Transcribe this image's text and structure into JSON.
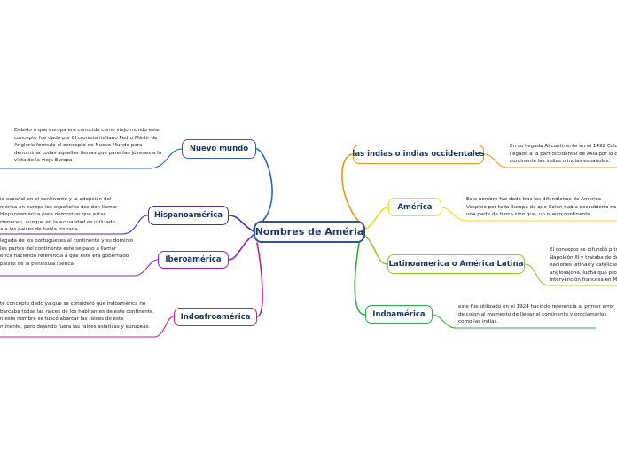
{
  "central": {
    "label": "Nombres de Améria"
  },
  "left_topics": [
    {
      "label": "Nuevo mundo",
      "color": "#2e5bd8",
      "note": [
        "Debido a que europa  era conocido como viejo mundo este",
        "concepto fue dado por  El cronista italiano Pedro Mártir de",
        "Anglería formuló el concepto de Nuevo Mundo para",
        "denominar todas aquellas tierras que parecían jóvenes a la",
        "vista de la vieja Europa"
      ]
    },
    {
      "label": "Hispanoamérica",
      "color": "#4b2bb8",
      "note": [
        "io español en el continente y la adopción del",
        "mérica en europa los españoles deciden llamar",
        "Hispanoamérica para demostrar que estas",
        "rtenecen, aunque en la actualidad es utilizado",
        "a a los paises de habla hispana"
      ]
    },
    {
      "label": "Iberoamérica",
      "color": "#a21ec8",
      "note": [
        "legada de los portugueses al continente y su dominio",
        "les partes del continente este se paso  a llamar",
        "érica haciendo referencia a que este era gobernado",
        "países de la peninsula iberica"
      ]
    },
    {
      "label": "Indoafroamérica",
      "color": "#c91c8c",
      "note": [
        "te concepto dado ya que se consideró que indoamérica no",
        "barcaba todas las raices de los habitantes de este continente.",
        "n este nombre se tusco abarcar las raices de este",
        "ntinente, pero dejando fuera las raices asiaticas y europeas."
      ]
    }
  ],
  "right_topics": [
    {
      "label": "las indias o indias occidentales",
      "color": "#f29415",
      "note": [
        "En su llegada Al continente en el 1492 Colon",
        "llegado a la part occidental de Asia por lo cu",
        "continente las indias o indias españolas."
      ]
    },
    {
      "label": "América",
      "color": "#f2d91a",
      "note": [
        "Este nombre fue dado tras las difundiones de Americo",
        "Vespicio por toda Europa de que Colon había descubierto no",
        "una parte de tierra sino que, un nuevo continente"
      ]
    },
    {
      "label": "Latinoamerica o América Latina",
      "color": "#8fcd2a",
      "note": [
        "El concepto se difundió prin",
        "Napoleón III y trataba de de",
        "naciones latinas y católicas",
        "anglosajona, lucha que pro",
        "intervención francesa en M"
      ]
    },
    {
      "label": "Indoamérica",
      "color": "#28b340",
      "note": [
        "este fue utilizado en el 1924 hacindo referencia al primer error",
        "de colon al momento de llegar al continente y proclamarlos",
        "como las indias."
      ]
    }
  ]
}
